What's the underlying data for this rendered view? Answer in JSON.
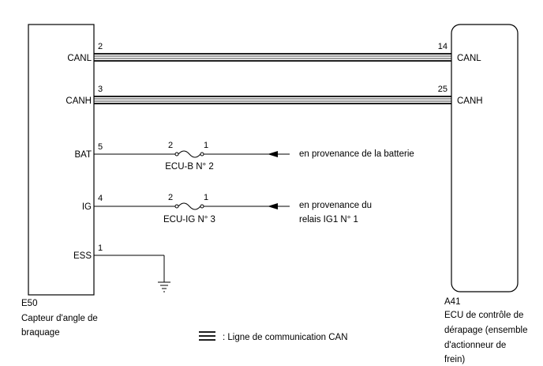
{
  "left_component": {
    "code": "E50",
    "name_lines": [
      "Capteur d'angle de",
      "braquage"
    ]
  },
  "right_component": {
    "code": "A41",
    "name_lines": [
      "ECU de contrôle de",
      "dérapage (ensemble",
      "d'actionneur de",
      "frein)"
    ]
  },
  "can_lines": [
    {
      "left_pin": "2",
      "left_signal": "CANL",
      "right_pin": "14",
      "right_signal": "CANL"
    },
    {
      "left_pin": "3",
      "left_signal": "CANH",
      "right_pin": "25",
      "right_signal": "CANH"
    }
  ],
  "bat_line": {
    "pin": "5",
    "signal": "BAT",
    "fuse_pin_a": "2",
    "fuse_pin_b": "1",
    "fuse_name": "ECU-B N° 2",
    "source_lines": [
      "en provenance de la batterie"
    ]
  },
  "ig_line": {
    "pin": "4",
    "signal": "IG",
    "fuse_pin_a": "2",
    "fuse_pin_b": "1",
    "fuse_name": "ECU-IG N° 3",
    "source_lines": [
      "en provenance du",
      "relais IG1 N° 1"
    ]
  },
  "ess_line": {
    "pin": "1",
    "signal": "ESS"
  },
  "legend": {
    "text": ": Ligne de communication CAN"
  }
}
